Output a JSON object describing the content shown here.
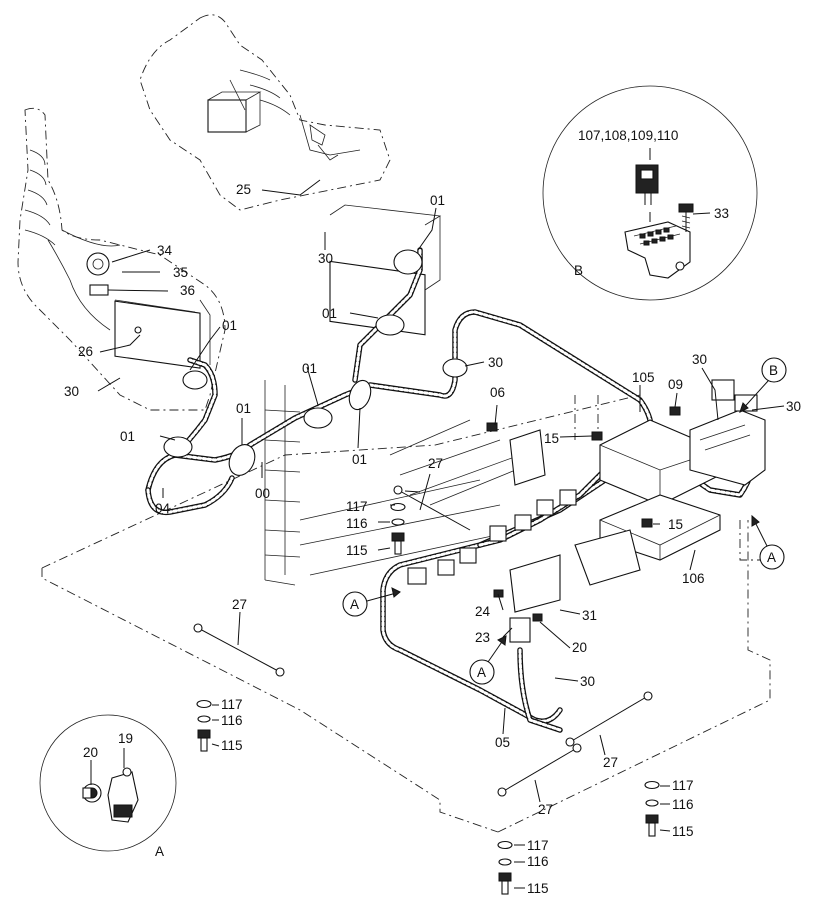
{
  "labels": {
    "fuse_set": "107,108,109,110",
    "p33": "33",
    "p34": "34",
    "p35": "35",
    "p36": "36",
    "p25": "25",
    "p30": "30",
    "p01": "01",
    "p26": "26",
    "p00": "00",
    "p04": "04",
    "p06": "06",
    "p27": "27",
    "p117": "117",
    "p116": "116",
    "p115": "115",
    "p15": "15",
    "p105": "105",
    "p09": "09",
    "p106": "106",
    "p24": "24",
    "p23": "23",
    "p31": "31",
    "p20": "20",
    "p05": "05",
    "p19": "19",
    "callout_a": "A",
    "callout_b": "B"
  },
  "icons": [
    "fuse-icon",
    "bolt-icon",
    "washer-icon",
    "relay-icon",
    "connector-icon",
    "clamp-icon"
  ]
}
